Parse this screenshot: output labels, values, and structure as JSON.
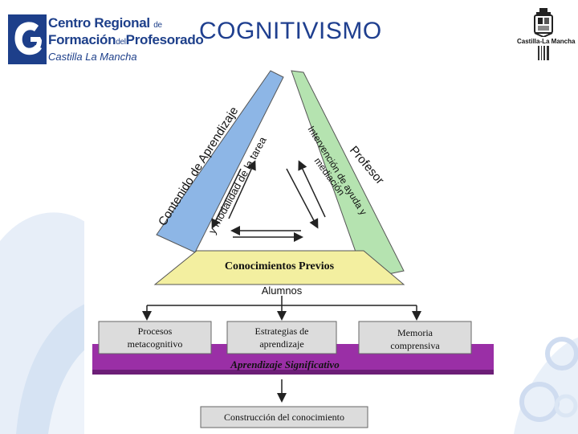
{
  "header": {
    "logo_left": {
      "line1_main": "Centro Regional",
      "line1_small": "de",
      "line2_main": "Formación",
      "line2_small": "del",
      "line2_end": "Profesorado",
      "line3": "Castilla La Mancha"
    },
    "title": "COGNITIVISMO",
    "logo_right": {
      "caption": "Castilla-La Mancha"
    }
  },
  "diagram": {
    "left_side": {
      "outer_text": "Contenido de Aprendizaje",
      "inner_text": "y modalidad de la tarea"
    },
    "right_side": {
      "outer_text": "Profesor",
      "inner_text_1": "Intervención de ayuda y",
      "inner_text_2": "mediación"
    },
    "base_text": "Conocimientos Previos",
    "students_label": "Alumnos",
    "boxes": {
      "left_line1": "Procesos",
      "left_line2": "metacognitivo",
      "middle_line1": "Estrategias de",
      "middle_line2": "aprendizaje",
      "right_line1": "Memoria",
      "right_line2": "comprensiva"
    },
    "band_text": "Aprendizaje Significativo",
    "bottom_box": "Construcción del conocimiento",
    "colors": {
      "left_side": "#8db6e6",
      "right_side": "#b5e3b0",
      "base": "#f3efa0",
      "band": "#9a2fa6",
      "title": "#1f3f8f",
      "brand_blue": "#1d3f8a"
    }
  }
}
